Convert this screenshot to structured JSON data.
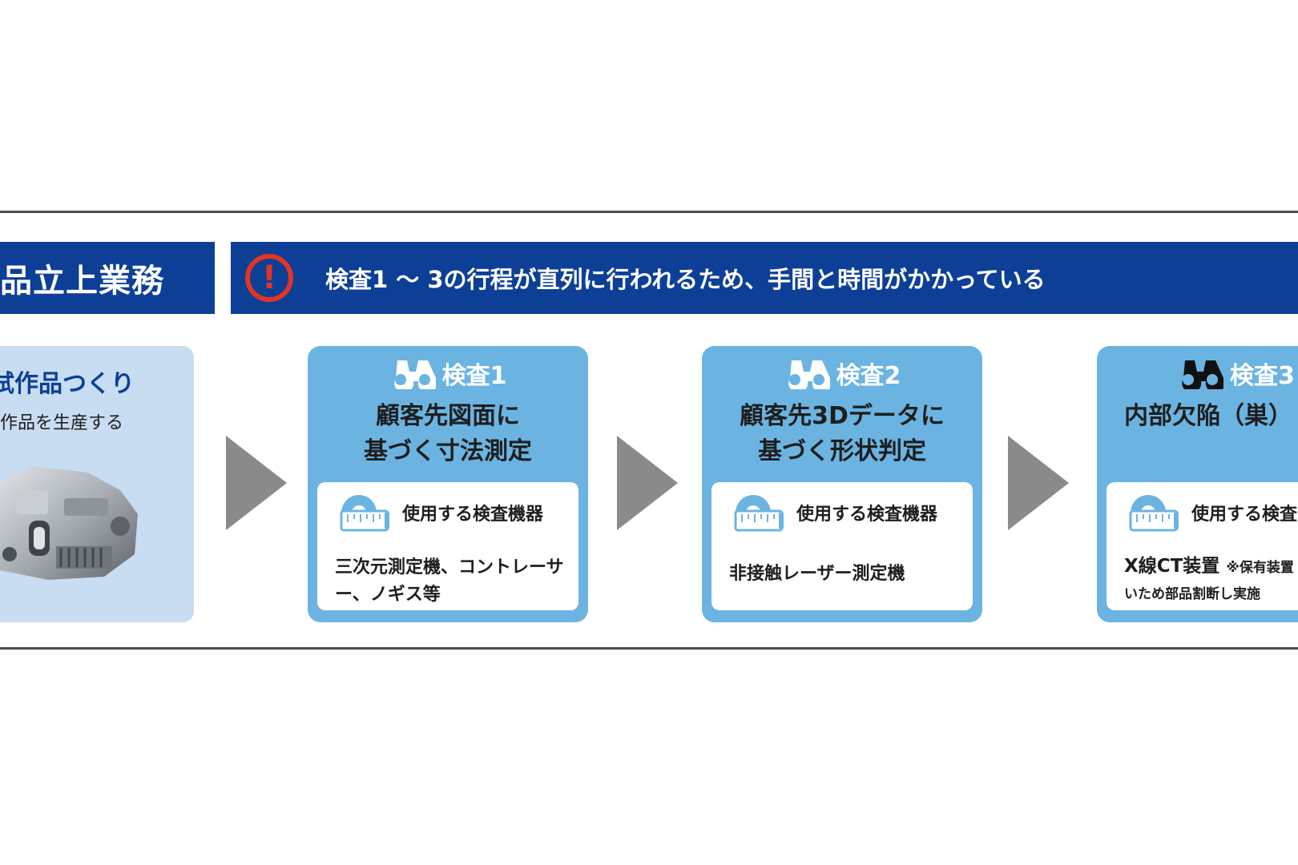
{
  "banner": {
    "left_title": "品立上業務",
    "warning_icon": "exclamation-circle-icon",
    "message": "検査1 ～ 3の行程が直列に行われるため、手間と時間がかかっている"
  },
  "colors": {
    "banner_bg": "#0d3f96",
    "warning_red": "#e03524",
    "step_card_bg": "#6bb4e2",
    "first_card_bg": "#c8dcf2",
    "arrow_gray": "#8a8a8a"
  },
  "first_step": {
    "title": "試作品つくり",
    "subtitle": "試作品を生産する",
    "image": "engine-part-photo"
  },
  "steps": [
    {
      "icon": "binoculars-icon",
      "label": "検査1",
      "title_line1": "顧客先図面に",
      "title_line2": "基づく寸法測定",
      "equipment_icon": "measuring-tape-icon",
      "equipment_label": "使用する検査機器",
      "equipment": "三次元測定機、コントレーサー、ノギス等"
    },
    {
      "icon": "binoculars-icon",
      "label": "検査2",
      "title_line1": "顧客先3Dデータに",
      "title_line2": "基づく形状判定",
      "equipment_icon": "measuring-tape-icon",
      "equipment_label": "使用する検査機器",
      "equipment": "非接触レーザー測定機"
    },
    {
      "icon": "binoculars-icon",
      "label": "検査3",
      "title_line1": "内部欠陥（巣）",
      "equipment_icon": "measuring-tape-icon",
      "equipment_label": "使用する検査",
      "equipment_main": "X線CT装置",
      "equipment_note": "※保有装置",
      "equipment_line2": "いため部品割断し実施"
    }
  ]
}
